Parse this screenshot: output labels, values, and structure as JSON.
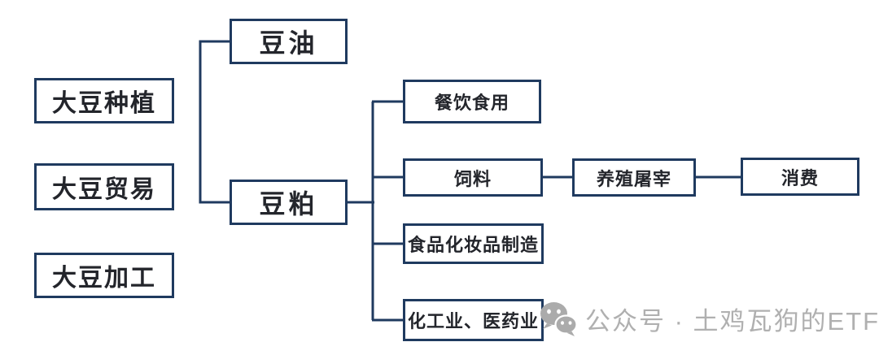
{
  "colors": {
    "background": "#ffffff",
    "box_border": "#1f3a5f",
    "box_text": "#23252b",
    "connector_line": "#1f3a5f",
    "watermark_gray": "#b0b0b0"
  },
  "nodes": {
    "planting": {
      "label": "大豆种植"
    },
    "trade": {
      "label": "大豆贸易"
    },
    "processing": {
      "label": "大豆加工"
    },
    "soybean_oil": {
      "label": "豆油"
    },
    "soybean_meal": {
      "label": "豆粕"
    },
    "catering": {
      "label": "餐饮食用"
    },
    "feed": {
      "label": "饲料"
    },
    "breeding_slaughter": {
      "label": "养殖屠宰"
    },
    "consumption": {
      "label": "消费"
    },
    "food_cosmetics": {
      "label": "食品化妆品制造"
    },
    "chemical_pharma": {
      "label": "化工业、医药业"
    }
  },
  "watermark": {
    "icon": "wechat-icon",
    "text": "公众号 · 土鸡瓦狗的ETF"
  }
}
